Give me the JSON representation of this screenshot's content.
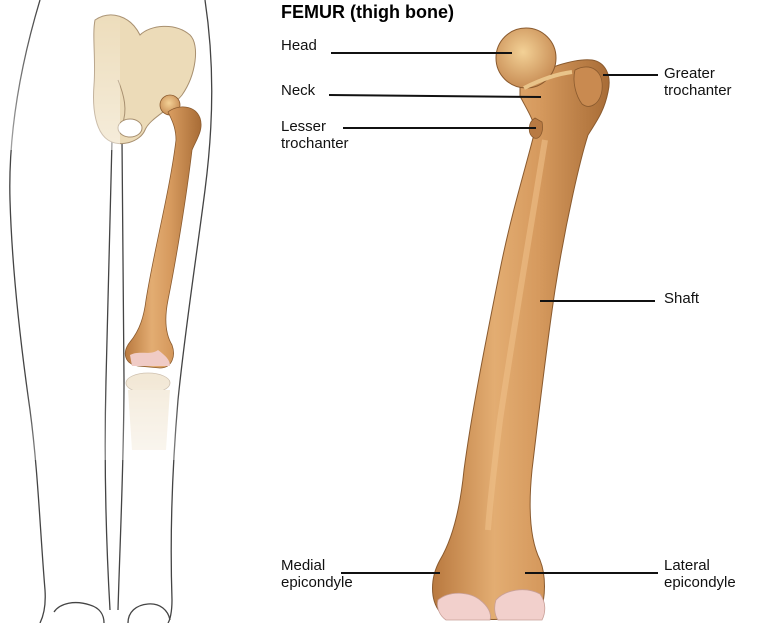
{
  "title": "FEMUR (thigh bone)",
  "labels": {
    "head": "Head",
    "neck": "Neck",
    "lesser_trochanter_1": "Lesser",
    "lesser_trochanter_2": "trochanter",
    "greater_trochanter_1": "Greater",
    "greater_trochanter_2": "trochanter",
    "shaft": "Shaft",
    "medial_epicondyle_1": "Medial",
    "medial_epicondyle_2": "epicondyle",
    "lateral_epicondyle_1": "Lateral",
    "lateral_epicondyle_2": "epicondyle"
  },
  "colors": {
    "bone": "#d8a068",
    "bone_dark": "#b87a43",
    "bone_light": "#f0c892",
    "cartilage": "#f2d0cc",
    "pelvis": "#ead8b4",
    "outline": "#555555"
  }
}
